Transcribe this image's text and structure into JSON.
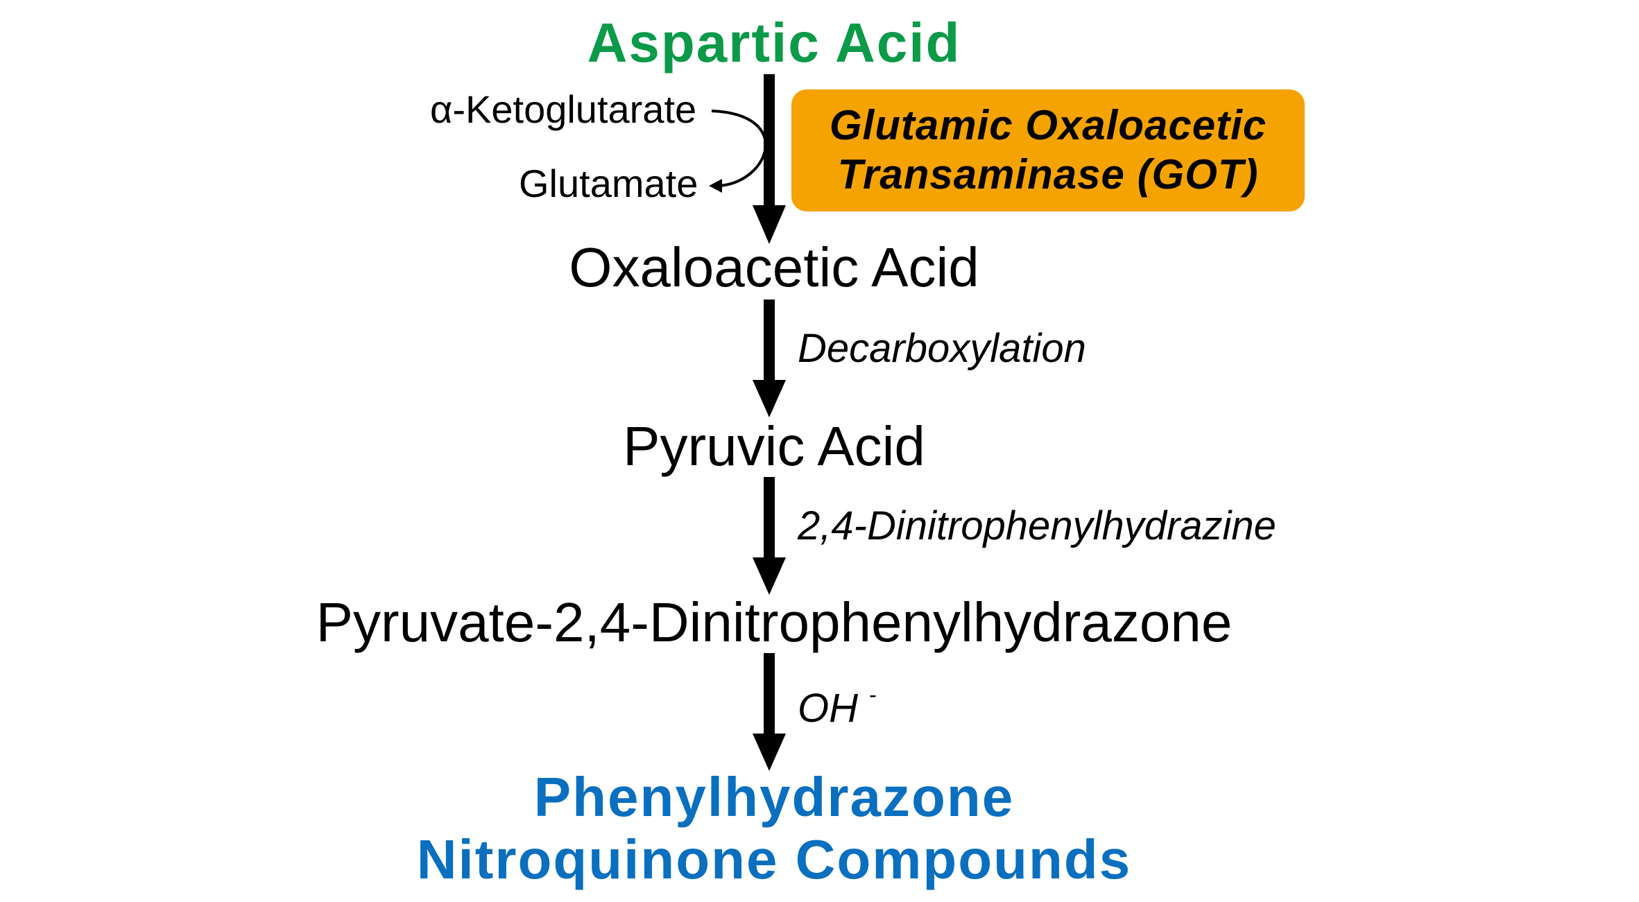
{
  "pathway": {
    "start": "Aspartic Acid",
    "cosubstrate_in": "α-Ketoglutarate",
    "cosubstrate_out": "Glutamate",
    "enzyme": {
      "line1": "Glutamic Oxaloacetic",
      "line2": "Transaminase (GOT)"
    },
    "intermediate1": "Oxaloacetic Acid",
    "step2_label": "Decarboxylation",
    "intermediate2": "Pyruvic Acid",
    "step3_label": "2,4-Dinitrophenylhydrazine",
    "intermediate3": "Pyruvate-2,4-Dinitrophenylhydrazone",
    "step4_label": "OH",
    "step4_charge": "-",
    "final_line1": "Phenylhydrazone",
    "final_line2": "Nitroquinone Compounds"
  },
  "colors": {
    "start": "#0C9A48",
    "final": "#0A6FBF",
    "enzyme_box": "#F5A300",
    "arrows": "#000000"
  },
  "icons": [
    "down-arrow-icon",
    "curved-arrow-icon"
  ]
}
